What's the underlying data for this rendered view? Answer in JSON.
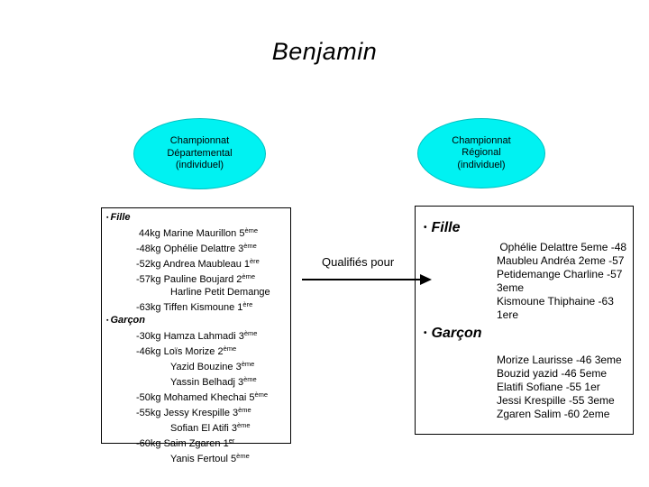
{
  "title": "Benjamin",
  "ellipses": {
    "left": {
      "lines": [
        "Championnat",
        "Départemental",
        "(individuel)"
      ]
    },
    "right": {
      "lines": [
        "Championnat",
        "Régional",
        "(individuel)"
      ]
    }
  },
  "arrow": {
    "label": "Qualifiés pour"
  },
  "left_box": {
    "bullet": "▪",
    "sections": [
      {
        "header": "Fille",
        "items": [
          {
            "text": " 44kg Marine Maurillon 5^{ème}",
            "ind": 1
          },
          {
            "text": "-48kg Ophélie Delattre 3^{ème}",
            "ind": 1
          },
          {
            "text": "-52kg Andrea Maubleau 1^{ère}",
            "ind": 1
          },
          {
            "text": "-57kg Pauline Boujard 2^{ème}",
            "ind": 1
          },
          {
            "text": "Harline Petit Demange",
            "ind": 2
          },
          {
            "text": "-63kg Tiffen Kismoune 1^{ère}",
            "ind": 1
          }
        ]
      },
      {
        "header": "Garçon",
        "items": [
          {
            "text": "-30kg Hamza Lahmadi 3^{ème}",
            "ind": 1
          },
          {
            "text": "-46kg Loïs Morize 2^{ème}",
            "ind": 1
          },
          {
            "text": "Yazid Bouzine 3^{ème}",
            "ind": 2
          },
          {
            "text": "Yassin Belhadj 3^{ème}",
            "ind": 2
          },
          {
            "text": "-50kg Mohamed Khechai 5^{ème}",
            "ind": 1
          },
          {
            "text": "-55kg Jessy Krespille 3^{ème}",
            "ind": 1
          },
          {
            "text": "Sofian El Atifi 3^{ème}",
            "ind": 2
          },
          {
            "text": "-60kg Saim Zgaren 1^{er}",
            "ind": 1
          },
          {
            "text": "Yanis Fertoul 5^{ème}",
            "ind": 2
          }
        ]
      }
    ]
  },
  "right_box": {
    "bullet": "•",
    "sections": [
      {
        "header": "Fille",
        "items": [
          " Ophélie Delattre 5eme -48",
          "Maubleu Andréa 2eme -57",
          "Petidemange Charline -57",
          "3eme",
          "Kismoune Thiphaine -63",
          "1ere"
        ]
      },
      {
        "header": "Garçon",
        "items": [
          "Morize Laurisse -46 3eme",
          "Bouzid yazid -46 5eme",
          "Elatifi Sofiane -55 1er",
          "Jessi Krespille -55 3eme",
          "Zgaren Salim -60 2eme"
        ]
      }
    ]
  },
  "colors": {
    "background": "#ffffff",
    "text": "#000000",
    "ellipse_fill": "#00f2f2",
    "ellipse_border": "#00c0c0",
    "box_border": "#000000"
  }
}
